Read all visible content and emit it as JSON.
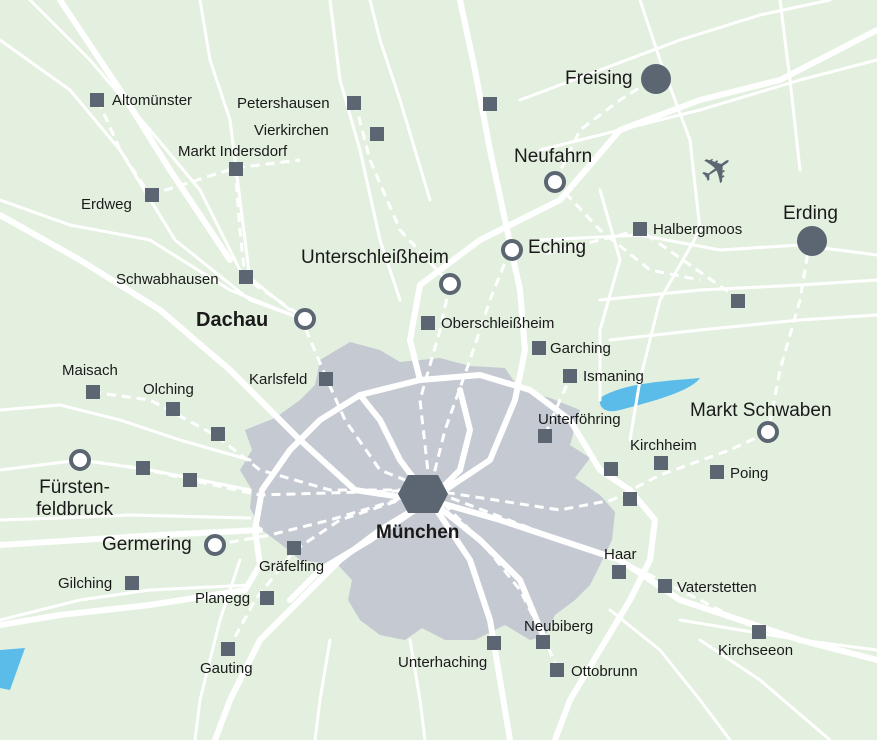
{
  "colors": {
    "background": "#e3f0df",
    "urban": "#c4c9d2",
    "road": "#ffffff",
    "marker": "#5c6672",
    "water": "#5bbcea"
  },
  "city": {
    "name": "München",
    "icon": "hexagon-icon"
  },
  "airport": {
    "icon": "airplane-icon"
  },
  "stations": [
    {
      "name": "Dachau",
      "style": "bold"
    },
    {
      "name": "Unterschleißheim",
      "style": "big"
    },
    {
      "name": "Eching",
      "style": "big"
    },
    {
      "name": "Neufahrn",
      "style": "big"
    },
    {
      "name": "Fürsten-\nfeldbruck",
      "style": "big"
    },
    {
      "name": "Germering",
      "style": "big"
    },
    {
      "name": "Markt Schwaben",
      "style": "big"
    }
  ],
  "large_towns": [
    {
      "name": "Freising"
    },
    {
      "name": "Erding"
    }
  ],
  "towns": [
    {
      "name": "Altomünster"
    },
    {
      "name": "Petershausen"
    },
    {
      "name": "Vierkirchen"
    },
    {
      "name": "Markt Indersdorf"
    },
    {
      "name": "Erdweg"
    },
    {
      "name": "Schwabhausen"
    },
    {
      "name": "Halbergmoos"
    },
    {
      "name": "Oberschleißheim"
    },
    {
      "name": "Garching"
    },
    {
      "name": "Ismaning"
    },
    {
      "name": "Unterföhring"
    },
    {
      "name": "Kirchheim"
    },
    {
      "name": "Poing"
    },
    {
      "name": "Karlsfeld"
    },
    {
      "name": "Maisach"
    },
    {
      "name": "Olching"
    },
    {
      "name": "Gräfelfing"
    },
    {
      "name": "Gilching"
    },
    {
      "name": "Planegg"
    },
    {
      "name": "Gauting"
    },
    {
      "name": "Haar"
    },
    {
      "name": "Vaterstetten"
    },
    {
      "name": "Neubiberg"
    },
    {
      "name": "Unterhaching"
    },
    {
      "name": "Ottobrunn"
    },
    {
      "name": "Kirchseeon"
    }
  ]
}
